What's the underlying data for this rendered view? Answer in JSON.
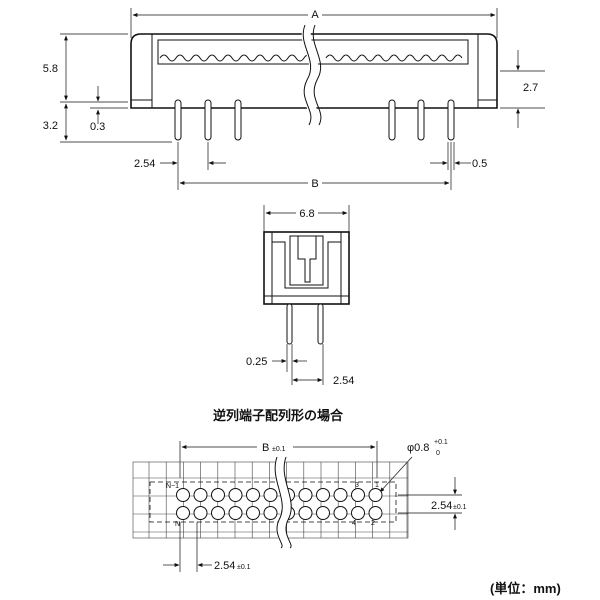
{
  "side_view": {
    "dim_A": "A",
    "dim_B": "B",
    "dim_height": "5.8",
    "dim_pin_length": "3.2",
    "dim_standoff": "0.3",
    "dim_pitch": "2.54",
    "dim_pin_width": "0.5",
    "dim_right_height": "2.7"
  },
  "end_view": {
    "dim_width": "6.8",
    "dim_pin_thickness": "0.25",
    "dim_pitch": "2.54"
  },
  "pin_layout": {
    "title": "逆列端子配列形の場合",
    "dim_B_label": "B",
    "dim_B_tol": "±0.1",
    "dim_hole_label": "φ0.8",
    "dim_hole_tol_upper": "+0.1",
    "dim_hole_tol_lower": "0",
    "dim_row_spacing": "2.54",
    "dim_row_tol": "±0.1",
    "dim_pitch_bottom": "2.54",
    "dim_pitch_bottom_tol": "±0.1",
    "label_top_left": "N−1",
    "label_top_right": "3",
    "label_top_right_end": "1",
    "label_bottom_left": "N",
    "label_bottom_right": "4",
    "label_bottom_right_end": "2"
  },
  "unit_note": "(単位：mm)"
}
